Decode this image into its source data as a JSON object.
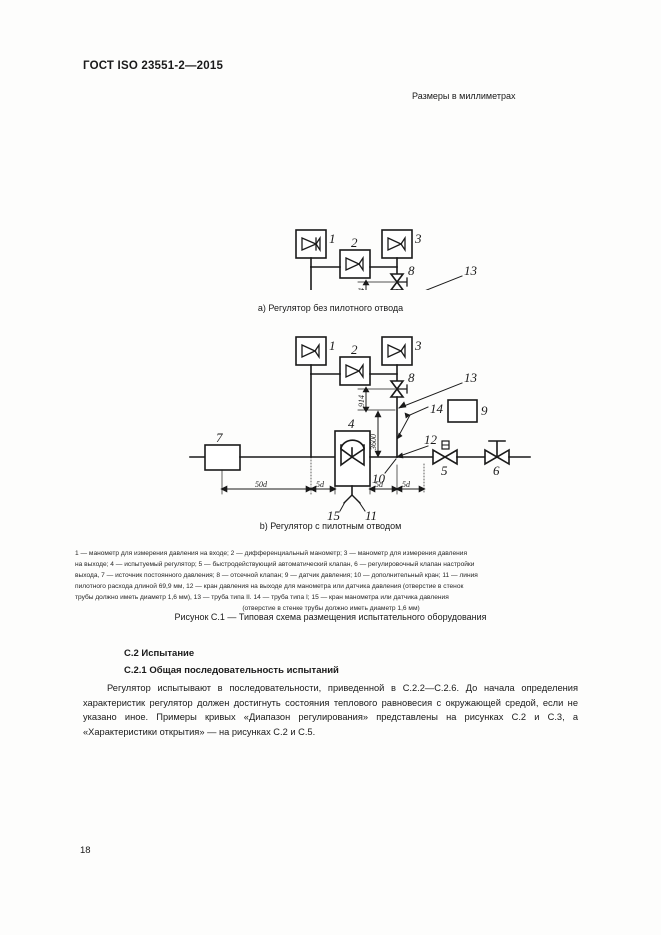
{
  "document": {
    "header": "ГОСТ ISO 23551-2—2015",
    "page_number": "18",
    "units_note": "Размеры в миллиметрах"
  },
  "figure": {
    "caption": "Рисунок С.1 — Типовая схема размещения испытательного оборудования",
    "subcaption_a": "a) Регулятор без пилотного отвода",
    "subcaption_b": "b) Регулятор с пилотным отводом",
    "dimensions": {
      "d50": "50d",
      "d5": "5d",
      "vertical_914": "914",
      "vertical_3600": "3600"
    },
    "callouts": {
      "c1": "1",
      "c2": "2",
      "c3": "3",
      "c4": "4",
      "c5": "5",
      "c6": "6",
      "c7": "7",
      "c8": "8",
      "c9": "9",
      "c10": "10",
      "c11": "11",
      "c12": "12",
      "c13": "13",
      "c14": "14",
      "c15": "15"
    }
  },
  "legend": {
    "line1": "1 — манометр для измерения давления на входе; 2 — дифференциальный манометр; 3 — манометр для измерения давления",
    "line2": "на выходе; 4 — испытуемый регулятор; 5 — быстродействующий автоматический клапан, 6 — регулировочный клапан настройки",
    "line3": "выхода, 7 — источник постоянного давления; 8 — отсечной клапан; 9 — датчик давления; 10 — дополнительный кран; 11 — линия",
    "line4": "пилотного расхода длиной 69,9 мм, 12 — кран давления на выходе для манометра или датчика давления (отверстие в стенок",
    "line5": "трубы должно иметь диаметр 1,6 мм), 13 — труба типа II. 14 — труба типа I; 15 — кран манометра или датчика давления",
    "line6": "(отверстие в стенке трубы должно иметь диаметр 1,6 мм)"
  },
  "section": {
    "heading": "С.2 Испытание",
    "subheading": "С.2.1 Общая последовательность испытаний",
    "paragraph": "Регулятор испытывают в последовательности, приведенной в С.2.2—С.2.6. До начала определения характеристик регулятор должен достигнуть состояния теплового равновесия с окружающей средой, если не указано иное. Примеры кривых «Диапазон регулирования» представлены на рисунках С.2 и С.3, а «Характеристики открытия» — на рисунках С.2 и С.5."
  }
}
